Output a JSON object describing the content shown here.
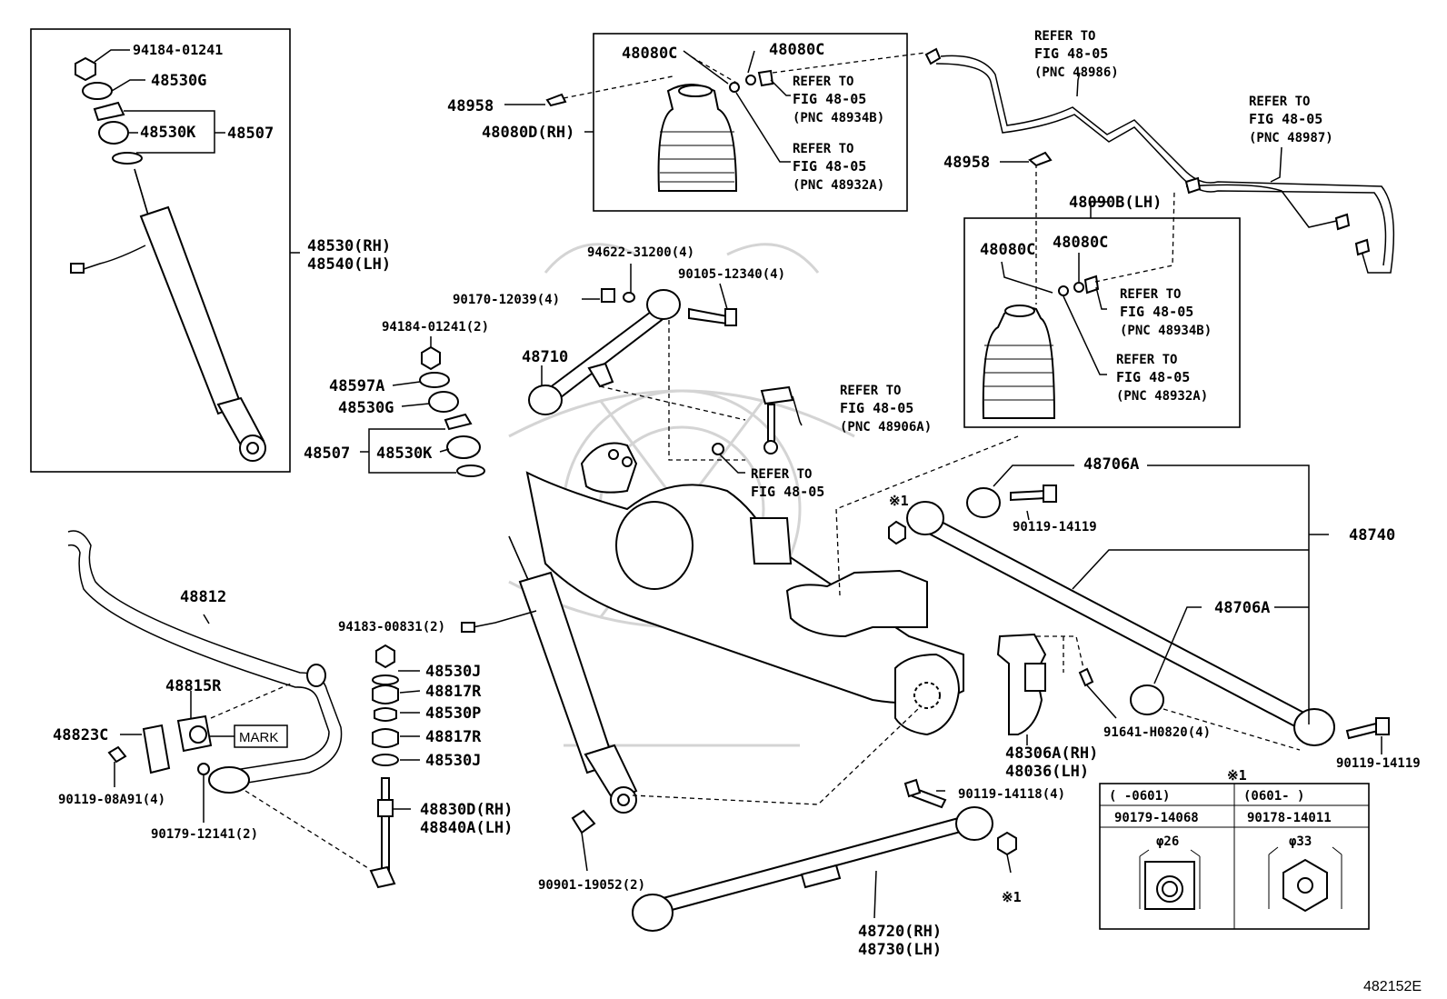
{
  "diagram_id": "482152E",
  "callouts": {
    "p94184_01241": "94184-01241",
    "p48530G": "48530G",
    "p48530K": "48530K",
    "p48507": "48507",
    "p48530_rh": "48530(RH)",
    "p48540_lh": "48540(LH)",
    "p48080C_a": "48080C",
    "p48080C_b": "48080C",
    "p48958_a": "48958",
    "p48080D_rh": "48080D(RH)",
    "refer_a_1": "REFER TO",
    "refer_a_2": "FIG 48-05",
    "refer_a_3": "(PNC 48934B)",
    "refer_b_1": "REFER TO",
    "refer_b_2": "FIG 48-05",
    "refer_b_3": "(PNC 48932A)",
    "refer_c_1": "REFER TO",
    "refer_c_2": "FIG 48-05",
    "refer_c_3": "(PNC 48986)",
    "refer_d_1": "REFER TO",
    "refer_d_2": "FIG 48-05",
    "refer_d_3": "(PNC 48987)",
    "p48958_b": "48958",
    "p48090B_lh": "48090B(LH)",
    "p48080C_c": "48080C",
    "p48080C_d": "48080C",
    "refer_e_1": "REFER TO",
    "refer_e_2": "FIG 48-05",
    "refer_e_3": "(PNC 48934B)",
    "refer_f_1": "REFER TO",
    "refer_f_2": "FIG 48-05",
    "refer_f_3": "(PNC 48932A)",
    "p94622_31200": "94622-31200(4)",
    "p90170_12039": "90170-12039(4)",
    "p90105_12340": "90105-12340(4)",
    "p94184_01241_2": "94184-01241(2)",
    "p48710": "48710",
    "p48597A": "48597A",
    "p48530G_2": "48530G",
    "p48507_2": "48507",
    "p48530K_2": "48530K",
    "refer_g_1": "REFER TO",
    "refer_g_2": "FIG 48-05",
    "refer_g_3": "(PNC 48906A)",
    "refer_h_1": "REFER TO",
    "refer_h_2": "FIG 48-05",
    "p48706A_a": "48706A",
    "p90119_14119_a": "90119-14119",
    "p48740": "48740",
    "p48706A_b": "48706A",
    "note1_a": "※1",
    "p48812": "48812",
    "p94183_00831": "94183-00831(2)",
    "p48530J_a": "48530J",
    "p48817R_a": "48817R",
    "p48530P": "48530P",
    "p48817R_b": "48817R",
    "p48530J_b": "48530J",
    "p48815R": "48815R",
    "mark": "MARK",
    "p48823C": "48823C",
    "p90119_08A91": "90119-08A91(4)",
    "p90179_12141": "90179-12141(2)",
    "p48830D_rh": "48830D(RH)",
    "p48840A_lh": "48840A(LH)",
    "p90901_19052": "90901-19052(2)",
    "p91641_H0820": "91641-H0820(4)",
    "p48306A_rh": "48306A(RH)",
    "p48036_lh": "48036(LH)",
    "p90119_14119_b": "90119-14119",
    "p90119_14118": "90119-14118(4)",
    "note1_b": "※1",
    "p48720_rh": "48720(RH)",
    "p48730_lh": "48730(LH)"
  },
  "note_table": {
    "marker": "※1",
    "col1_header": "(      -0601)",
    "col2_header": "(0601-      )",
    "col1_part": "90179-14068",
    "col2_part": "90178-14011",
    "col1_size": "φ26",
    "col2_size": "φ33"
  }
}
